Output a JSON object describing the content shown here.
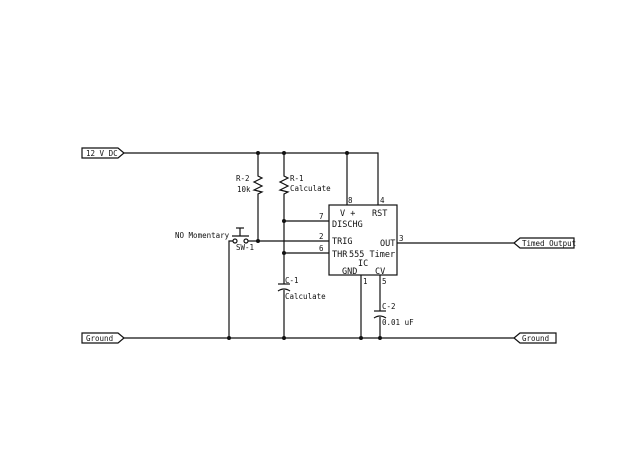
{
  "ports": {
    "supply": "12 V DC",
    "ground_left": "Ground",
    "ground_right": "Ground",
    "output": "Timed Output"
  },
  "switch": {
    "name": "NO Momentary",
    "ref": "SW-1"
  },
  "resistors": {
    "r2": {
      "ref": "R-2",
      "value": "10k"
    },
    "r1": {
      "ref": "R-1",
      "value": "Calculate"
    }
  },
  "capacitors": {
    "c1": {
      "ref": "C-1",
      "value": "Calculate"
    },
    "c2": {
      "ref": "C-2",
      "value": "0.01 uF"
    }
  },
  "ic": {
    "name": "555 Timer",
    "designator": "IC",
    "labels": {
      "vplus": "V +",
      "rst": "RST",
      "dischg": "DISCHG",
      "trig": "TRIG",
      "thr": "THR",
      "out": "OUT",
      "gnd": "GND",
      "cv": "CV"
    },
    "pins": {
      "vplus": "8",
      "rst": "4",
      "dischg": "7",
      "trig": "2",
      "thr": "6",
      "out": "3",
      "gnd": "1",
      "cv": "5"
    }
  }
}
